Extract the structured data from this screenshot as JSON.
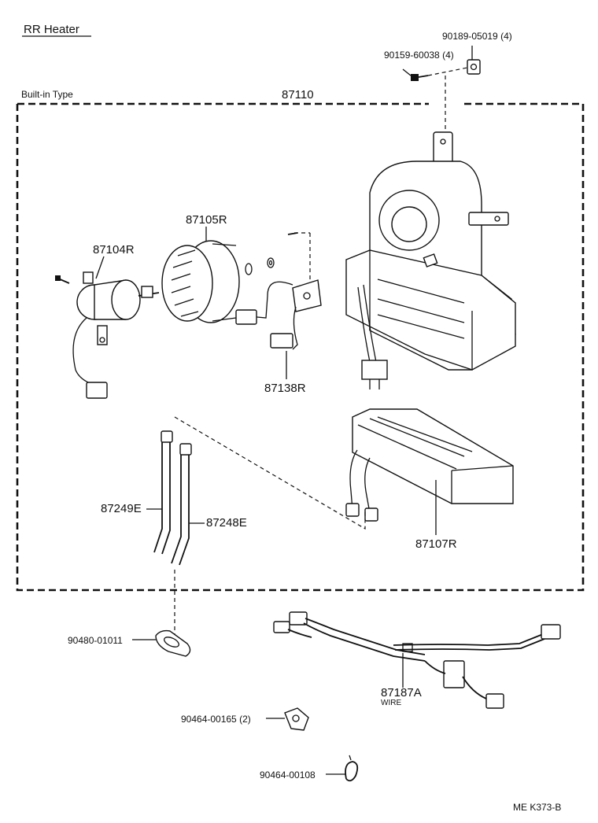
{
  "diagram": {
    "title": "RR  Heater",
    "section_label": "Built-in Type",
    "code": "ME  K373-B",
    "parts": {
      "p87110": "87110",
      "p90189": "90189-05019 (4)",
      "p90159": "90159-60038 (4)",
      "p87105R": "87105R",
      "p87104R": "87104R",
      "p87138R": "87138R",
      "p87249E": "87249E",
      "p87248E": "87248E",
      "p87107R": "87107R",
      "p90480": "90480-01011",
      "p87187A": "87187A",
      "p87187A_sub": "WIRE",
      "p90464_165": "90464-00165 (2)",
      "p90464_108": "90464-00108"
    }
  }
}
